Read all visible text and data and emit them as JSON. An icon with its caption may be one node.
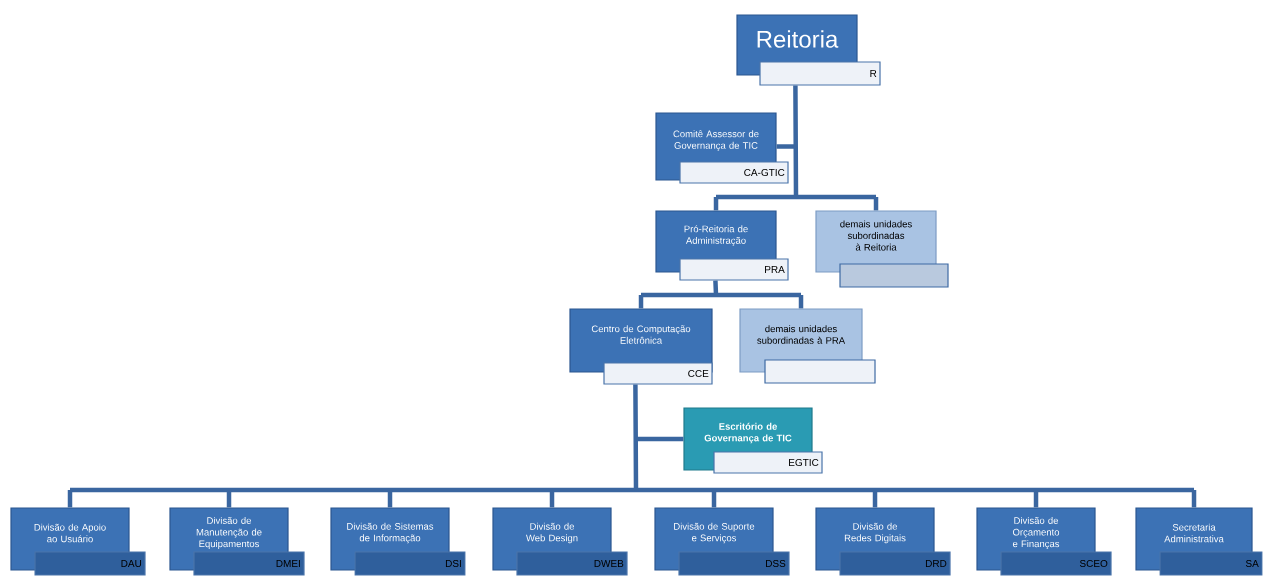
{
  "diagram": {
    "nodes": [
      {
        "text": [
          "Reitoria",
          "R"
        ]
      },
      {
        "text": [
          "Comitê Assessor de Governança de TIC",
          "CA-GTIC"
        ]
      },
      {
        "text": [
          "Pró-Reitoria de Administração",
          "PRA"
        ]
      },
      {
        "text": [
          "demais unidades subordinadas à Reitoria"
        ]
      },
      {
        "text": [
          "Centro de Computação Eletrônica",
          "CCE"
        ]
      },
      {
        "text": [
          "demais unidades subordinadas à PRA"
        ]
      },
      {
        "text": [
          "Escritório de Governança de TIC",
          "EGTIC"
        ]
      },
      {
        "text": [
          "Divisão de Apoio ao Usuário",
          "DAU"
        ]
      },
      {
        "text": [
          "Divisão de Manutenção de Equipamentos",
          "DMEI"
        ]
      },
      {
        "text": [
          "Divisão de Sistemas de Informação",
          "DSI"
        ]
      },
      {
        "text": [
          "Divisão de Web Design",
          "DWEB"
        ]
      },
      {
        "text": [
          "Divisão de Suporte e Serviços",
          "DSS"
        ]
      },
      {
        "text": [
          "Divisão de Redes Digitais",
          "DRD"
        ]
      },
      {
        "text": [
          "Divisão de Orçamento e Finanças",
          "SCEO"
        ]
      },
      {
        "text": [
          "Secretaria Administrativa",
          "SA"
        ]
      }
    ],
    "edges": [
      {
        "from": 0,
        "to": 1,
        "arrow": "none"
      },
      {
        "from": 0,
        "to": 2,
        "arrow": "none"
      },
      {
        "from": 0,
        "to": 3,
        "arrow": "none"
      },
      {
        "from": 2,
        "to": 4,
        "arrow": "none"
      },
      {
        "from": 2,
        "to": 5,
        "arrow": "none"
      },
      {
        "from": 4,
        "to": 6,
        "arrow": "none"
      },
      {
        "from": 4,
        "to": 7,
        "arrow": "none"
      },
      {
        "from": 4,
        "to": 8,
        "arrow": "none"
      },
      {
        "from": 4,
        "to": 9,
        "arrow": "none"
      },
      {
        "from": 4,
        "to": 10,
        "arrow": "none"
      },
      {
        "from": 4,
        "to": 11,
        "arrow": "none"
      },
      {
        "from": 4,
        "to": 12,
        "arrow": "none"
      },
      {
        "from": 4,
        "to": 13,
        "arrow": "none"
      },
      {
        "from": 4,
        "to": 14,
        "arrow": "none"
      }
    ]
  }
}
